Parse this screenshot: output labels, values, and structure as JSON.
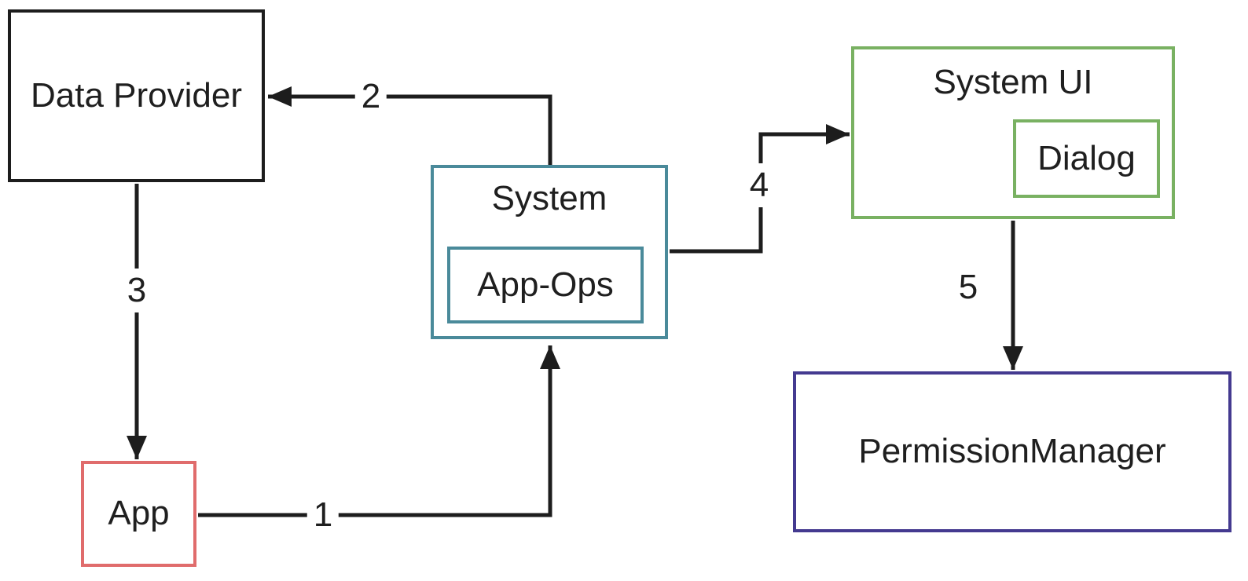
{
  "diagram": {
    "background_color": "#ffffff",
    "text_color": "#1f1f1f",
    "arrow_color": "#1d1d1d",
    "nodes": {
      "data_provider": {
        "label": "Data Provider",
        "border_color": "#1d1d1d"
      },
      "app": {
        "label": "App",
        "border_color": "#e06c6c"
      },
      "system": {
        "label": "System",
        "border_color": "#4a8a9a"
      },
      "app_ops": {
        "label": "App-Ops",
        "border_color": "#4a8a9a",
        "parent": "system"
      },
      "system_ui": {
        "label": "System UI",
        "border_color": "#79b162"
      },
      "dialog": {
        "label": "Dialog",
        "border_color": "#79b162",
        "parent": "system_ui"
      },
      "permission_manager": {
        "label": "PermissionManager",
        "border_color": "#443a90"
      }
    },
    "edges": [
      {
        "label": "1",
        "from": "app",
        "to": "system"
      },
      {
        "label": "2",
        "from": "system",
        "to": "data_provider"
      },
      {
        "label": "3",
        "from": "data_provider",
        "to": "app"
      },
      {
        "label": "4",
        "from": "system",
        "to": "system_ui"
      },
      {
        "label": "5",
        "from": "system_ui",
        "to": "permission_manager"
      }
    ]
  }
}
